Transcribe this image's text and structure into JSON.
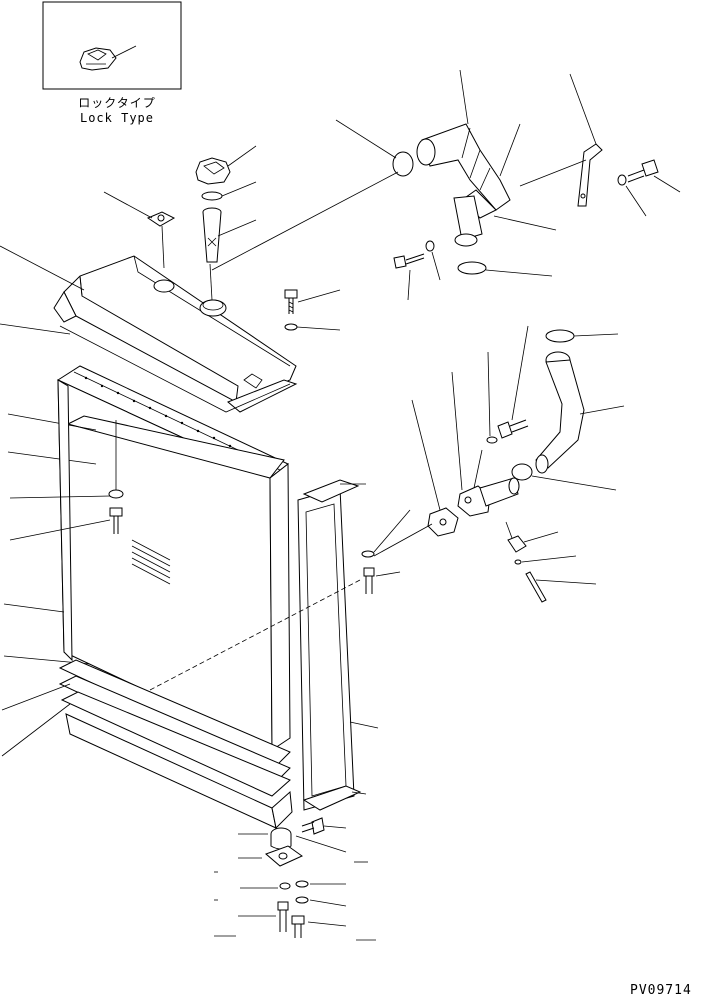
{
  "inset": {
    "label_jp": "ロックタイプ",
    "label_en": "Lock Type"
  },
  "drawing_code": "PV09714"
}
